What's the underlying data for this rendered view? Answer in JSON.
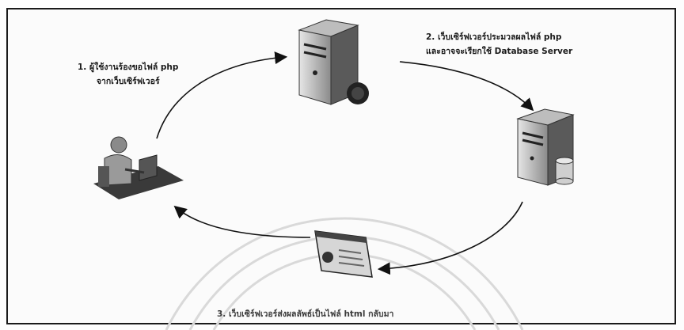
{
  "steps": {
    "step1": {
      "line1": "1. ผู้ใช้งานร้องขอไฟล์ php",
      "line2": "จากเว็บเซิร์ฟเวอร์"
    },
    "step2": {
      "line1": "2. เว็บเซิร์ฟเวอร์ประมวลผลไฟล์ php",
      "line2": "และอาจจะเรียกใช้ Database Server"
    },
    "step3": {
      "line1": "3. เว็บเซิร์ฟเวอร์ส่งผลลัพธ์เป็นไฟล์ html กลับมา"
    }
  },
  "nodes": [
    "user-icon",
    "web-server-icon",
    "database-server-icon",
    "html-page-icon"
  ]
}
